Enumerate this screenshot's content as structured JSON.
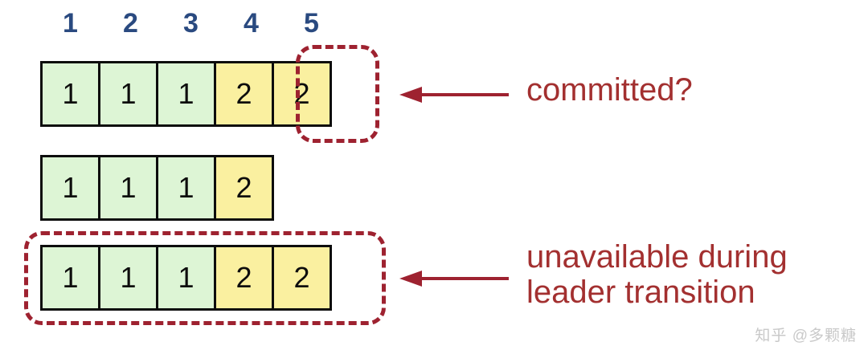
{
  "diagram": {
    "title": "raft-log-commit-uncertainty",
    "colors": {
      "term1_fill": "#ddf5d5",
      "term2_fill": "#faf0a0",
      "cell_border": "#0d0d0d",
      "index_text": "#2a4a80",
      "highlight_dashed": "#9e2230",
      "annotation_text": "#a33030",
      "background": "#ffffff",
      "watermark": "#c9c9c9"
    },
    "column_indices": [
      "1",
      "2",
      "3",
      "4",
      "5"
    ],
    "rows": [
      {
        "name": "log-row-1",
        "cells": [
          {
            "value": "1",
            "term": "term1"
          },
          {
            "value": "1",
            "term": "term1"
          },
          {
            "value": "1",
            "term": "term1"
          },
          {
            "value": "2",
            "term": "term2"
          },
          {
            "value": "2",
            "term": "term2"
          }
        ]
      },
      {
        "name": "log-row-2",
        "cells": [
          {
            "value": "1",
            "term": "term1"
          },
          {
            "value": "1",
            "term": "term1"
          },
          {
            "value": "1",
            "term": "term1"
          },
          {
            "value": "2",
            "term": "term2"
          }
        ]
      },
      {
        "name": "log-row-3",
        "cells": [
          {
            "value": "1",
            "term": "term1"
          },
          {
            "value": "1",
            "term": "term1"
          },
          {
            "value": "1",
            "term": "term1"
          },
          {
            "value": "2",
            "term": "term2"
          },
          {
            "value": "2",
            "term": "term2"
          }
        ]
      }
    ],
    "annotations": [
      {
        "name": "committed-question-label",
        "text": "committed?"
      },
      {
        "name": "unavailable-label",
        "text": "unavailable during\nleader transition"
      }
    ],
    "watermark": "知乎 @多颗糖"
  }
}
